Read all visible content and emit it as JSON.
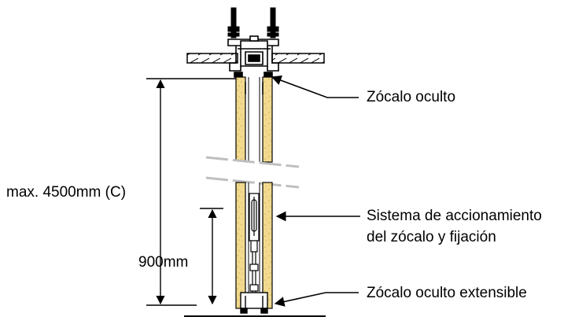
{
  "labels": {
    "max_height": "max. 4500mm (C)",
    "lower_height": "900mm",
    "top_plinth": "Zócalo oculto",
    "system_line1": "Sistema de accionamiento",
    "system_line2": "del zócalo y fijación",
    "extensible_plinth": "Zócalo oculto extensible"
  },
  "colors": {
    "panel_fill": "#f1da8f",
    "panel_speckle": "#d9b24a",
    "line": "#000000"
  }
}
